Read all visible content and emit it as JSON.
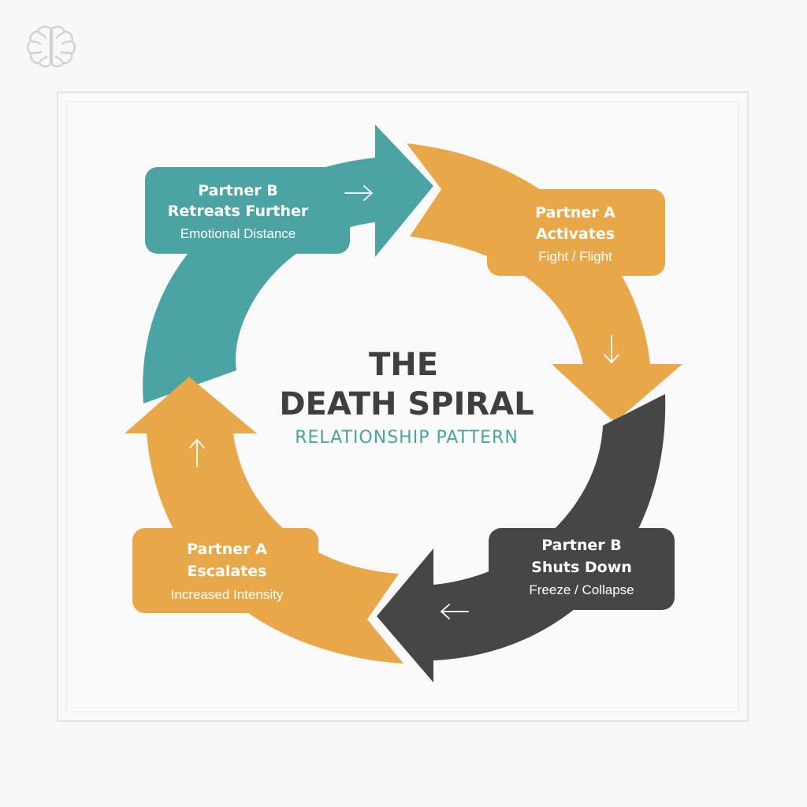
{
  "colors": {
    "teal": "#4ba3a3",
    "orange": "#e8a84a",
    "dark": "#464646",
    "title": "#3f3f3f",
    "subtitle": "#4ba3a3",
    "background": "#f8f8f8"
  },
  "logo": {
    "icon": "brain-icon"
  },
  "center": {
    "title_line1": "THE",
    "title_line2": "DEATH SPIRAL",
    "subtitle": "RELATIONSHIP PATTERN"
  },
  "stages": [
    {
      "id": "partner-b-retreats",
      "line1": "Partner B",
      "line2": "Retreats Further",
      "detail": "Emotional Distance",
      "color": "#4ba3a3",
      "direction": "right"
    },
    {
      "id": "partner-a-activates",
      "line1": "Partner A",
      "line2": "Activates",
      "detail": "Fight / Flight",
      "color": "#e8a84a",
      "direction": "down"
    },
    {
      "id": "partner-b-shuts-down",
      "line1": "Partner B",
      "line2": "Shuts Down",
      "detail": "Freeze / Collapse",
      "color": "#464646",
      "direction": "left"
    },
    {
      "id": "partner-a-escalates",
      "line1": "Partner A",
      "line2": "Escalates",
      "detail": "Increased Intensity",
      "color": "#e8a84a",
      "direction": "up"
    }
  ]
}
